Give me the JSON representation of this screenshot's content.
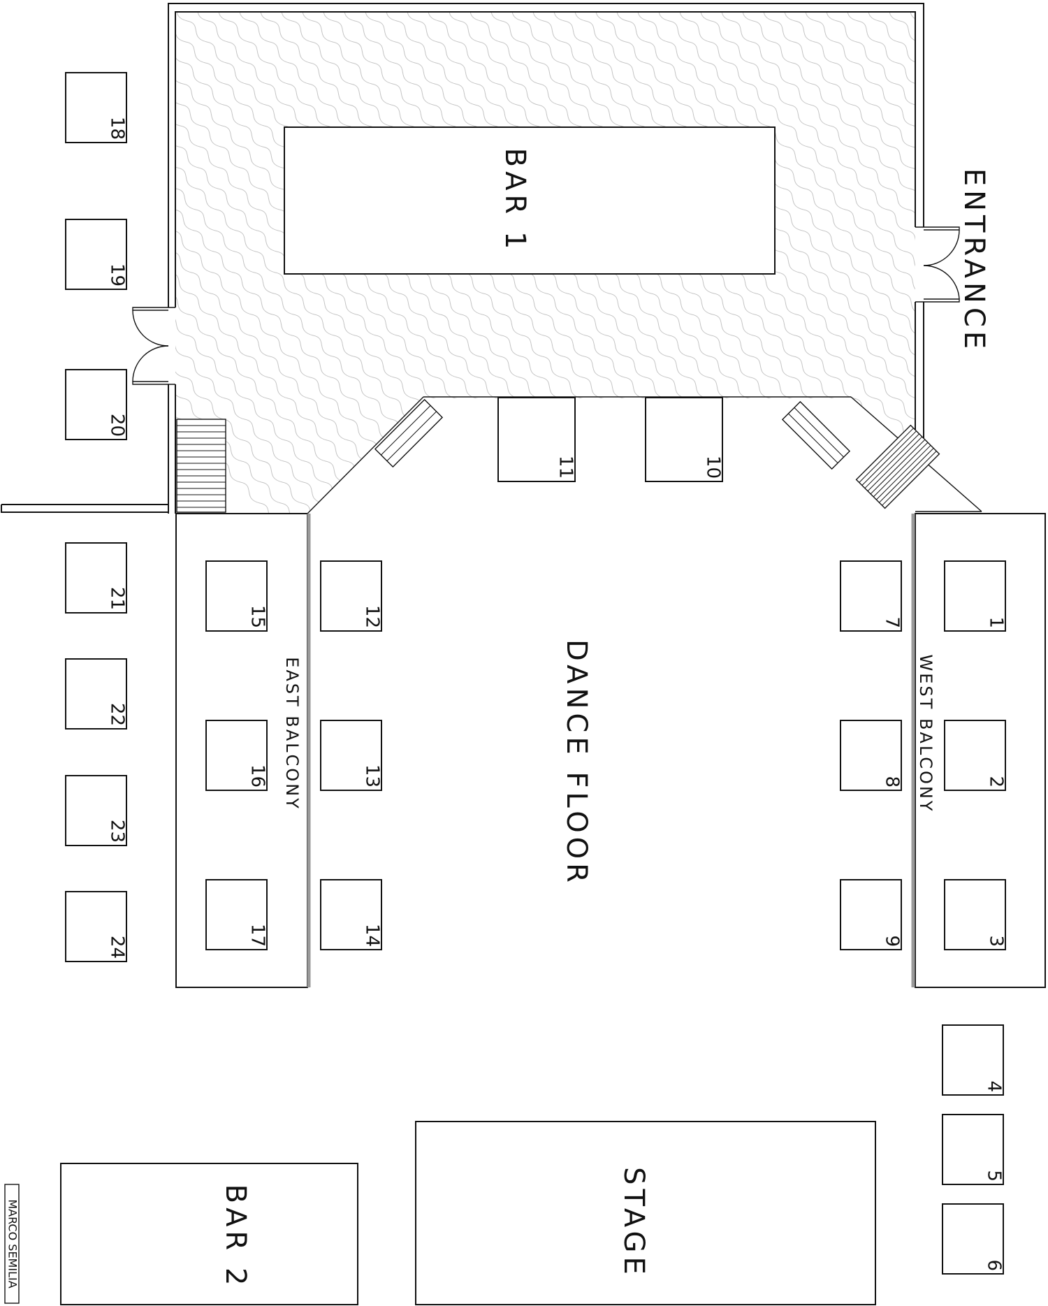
{
  "labels": {
    "bar1": "BAR 1",
    "bar2": "BAR 2",
    "stage": "STAGE",
    "dance_floor": "DANCE FLOOR",
    "entrance": "ENTRANCE",
    "east_balcony": "EAST BALCONY",
    "west_balcony": "WEST BALCONY",
    "author": "MARCO SEMILIA"
  },
  "tables": [
    {
      "id": "1",
      "label": "1"
    },
    {
      "id": "2",
      "label": "2"
    },
    {
      "id": "3",
      "label": "3"
    },
    {
      "id": "4",
      "label": "4"
    },
    {
      "id": "5",
      "label": "5"
    },
    {
      "id": "6",
      "label": "6"
    },
    {
      "id": "7",
      "label": "7"
    },
    {
      "id": "8",
      "label": "8"
    },
    {
      "id": "9",
      "label": "9"
    },
    {
      "id": "10",
      "label": "10"
    },
    {
      "id": "11",
      "label": "11"
    },
    {
      "id": "12",
      "label": "12"
    },
    {
      "id": "13",
      "label": "13"
    },
    {
      "id": "14",
      "label": "14"
    },
    {
      "id": "15",
      "label": "15"
    },
    {
      "id": "16",
      "label": "16"
    },
    {
      "id": "17",
      "label": "17"
    },
    {
      "id": "18",
      "label": "18"
    },
    {
      "id": "19",
      "label": "19"
    },
    {
      "id": "20",
      "label": "20"
    },
    {
      "id": "21",
      "label": "21"
    },
    {
      "id": "22",
      "label": "22"
    },
    {
      "id": "23",
      "label": "23"
    },
    {
      "id": "24",
      "label": "24"
    }
  ]
}
